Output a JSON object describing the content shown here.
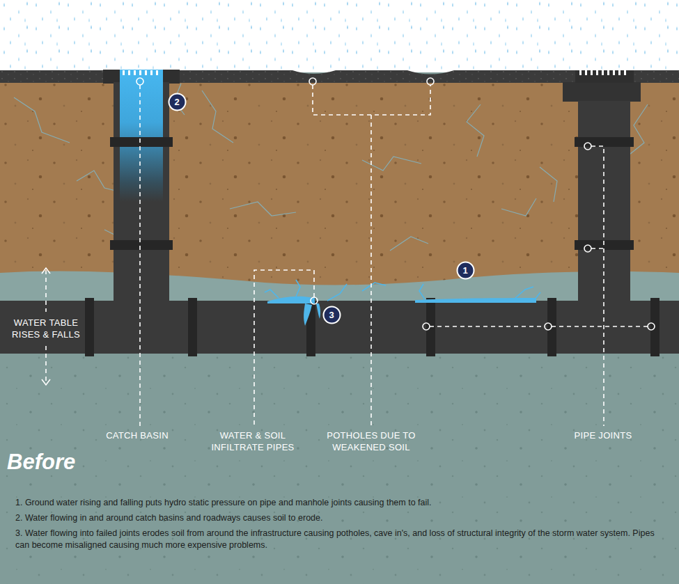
{
  "diagram": {
    "title": "Before",
    "nodes": [
      {
        "text": [
          "2"
        ]
      },
      {
        "text": [
          "1"
        ]
      },
      {
        "text": [
          "3"
        ]
      }
    ],
    "labels": [
      "WATER TABLE RISES & FALLS",
      "CATCH BASIN",
      "WATER & SOIL INFILTRATE PIPES",
      "POTHOLES DUE TO WEAKENED SOIL",
      "PIPE JOINTS",
      "1. Ground water rising and falling puts hydro static pressure on pipe and manhole joints causing them to fail.",
      "2. Water flowing in and around catch basins and roadways causes soil to erode.",
      "3. Water flowing into failed joints erodes soil from around the infrastructure causing potholes, cave in's, and loss of structural integrity of the storm water system. Pipes can become misaligned causing much more expensive problems."
    ]
  }
}
